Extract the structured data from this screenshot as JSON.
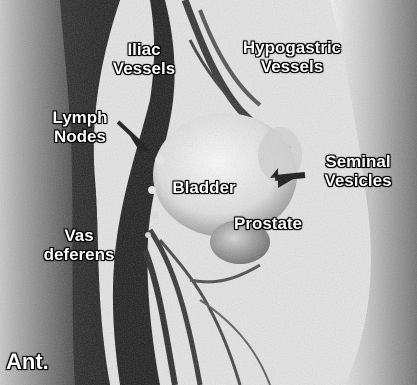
{
  "labels": {
    "iliac": "Iliac\nVessels",
    "hypogastric": "Hypogastric\nVessels",
    "lymph": "Lymph\nNodes",
    "seminal": "Seminal\nVesicles",
    "bladder": "Bladder",
    "prostate": "Prostate",
    "vas": "Vas\ndeferens",
    "orientation": "Ant."
  },
  "colors": {
    "background": "#e9e9e9",
    "tissue_dark": "#1a1a1a",
    "tissue_mid": "#777777",
    "tissue_light": "#cfcfcf",
    "organ_light": "#f2f2f2"
  }
}
